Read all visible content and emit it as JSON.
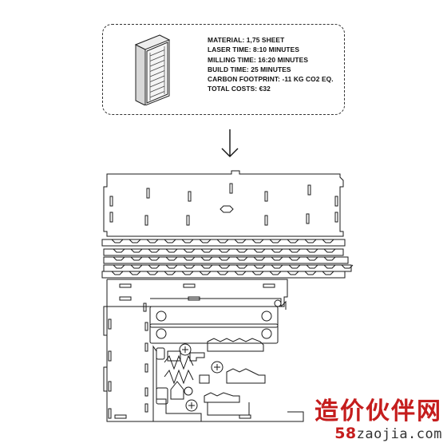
{
  "specs": {
    "material": "MATERIAL: 1,75 SHEET",
    "laser_time": "LASER TIME: 8:10 MINUTES",
    "milling_time": "MILLING TIME: 16:20 MINUTES",
    "build_time": "BUILD TIME: 25 MINUTES",
    "carbon_footprint": "CARBON FOOTPRINT: -11 KG CO2 EQ.",
    "total_costs": "TOTAL COSTS: €32"
  },
  "icons": {
    "arrow": "arrow-down-icon",
    "product": "shelf-module-icon"
  },
  "watermark": {
    "cn_text": "造价伙伴网",
    "url_number": "58",
    "url_text": "zaojia.com"
  },
  "colors": {
    "line": "#1a1a1a",
    "watermark": "#c51d1d"
  }
}
